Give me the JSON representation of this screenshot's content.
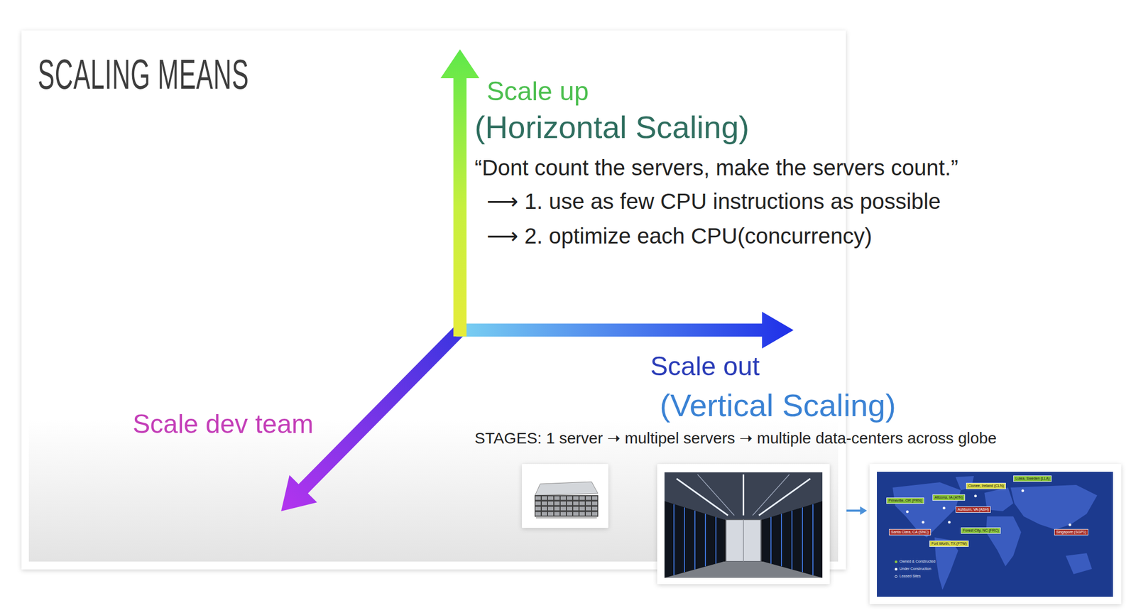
{
  "diagram": {
    "title": "SCALING MEANS",
    "labels": [
      "Scale up",
      "(Horizontal Scaling)",
      "“Dont count the servers, make the servers count.”",
      "⟶ 1. use as few CPU instructions as possible",
      "⟶ 2. optimize each CPU(concurrency)",
      "Scale out",
      "(Vertical Scaling)",
      "STAGES: 1 server ➝ multipel servers ➝ multiple data-centers across globe",
      "Scale dev team",
      "Prineville, OR (PRN)",
      "Altoona, IA (ATN)",
      "Clonee, Ireland (CLN)",
      "Lulea, Sweden (LLA)",
      "Ashburn, VA (ASH)",
      "Santa Clara, CA (SNC)",
      "Forest City, NC (FRC)",
      "Fort Worth, TX (FTW)",
      "Singapore (SGP1)"
    ],
    "legend": [
      {
        "text": "Owned & Constructed"
      },
      {
        "text": "Under Construction"
      },
      {
        "text": "Leased Sites"
      }
    ]
  }
}
